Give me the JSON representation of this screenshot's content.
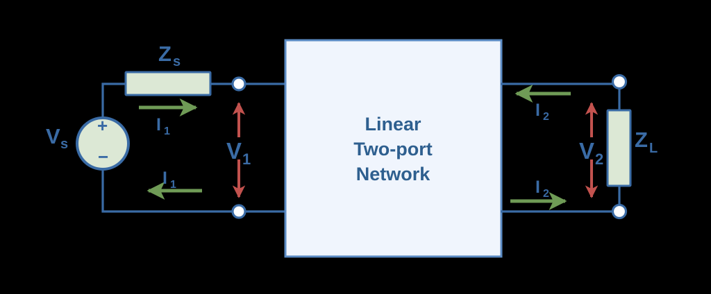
{
  "diagram": {
    "title_in_box": [
      "Linear",
      "Two-port",
      "Network"
    ],
    "background_color": "#000000",
    "colors": {
      "wire": "#3a6ba5",
      "component_fill": "#dce8d5",
      "component_stroke": "#3a6ba5",
      "box_fill": "#f0f5fd",
      "box_stroke": "#5b8bc4",
      "label_blue": "#3a6ba5",
      "voltage_arrow_red": "#c2524e",
      "current_arrow_green": "#6f9b56",
      "node_fill": "#ffffff"
    },
    "source": {
      "label": "V",
      "label_subscript": "s",
      "plus_sign": "+",
      "minus_sign": "−",
      "name": "independent-voltage-source"
    },
    "series_impedance": {
      "label": "Z",
      "label_subscript": "s"
    },
    "load_impedance": {
      "label": "Z",
      "label_subscript": "L"
    },
    "port1": {
      "voltage_label": "V",
      "voltage_subscript": "1",
      "current_label_top": "I",
      "current_subscript_top": "1",
      "current_label_bottom": "I",
      "current_subscript_bottom": "1",
      "top_current_direction": "right",
      "bottom_current_direction": "left",
      "voltage_arrow_style": "double-headed-vertical"
    },
    "port2": {
      "voltage_label": "V",
      "voltage_subscript": "2",
      "current_label_top": "I",
      "current_subscript_top": "2",
      "current_label_bottom": "I",
      "current_subscript_bottom": "2",
      "top_current_direction": "left",
      "bottom_current_direction": "right",
      "voltage_arrow_style": "double-headed-vertical"
    },
    "nodes": {
      "count": 4,
      "names": [
        "port1-top-terminal",
        "port1-bottom-terminal",
        "port2-top-terminal",
        "port2-bottom-terminal"
      ]
    }
  }
}
